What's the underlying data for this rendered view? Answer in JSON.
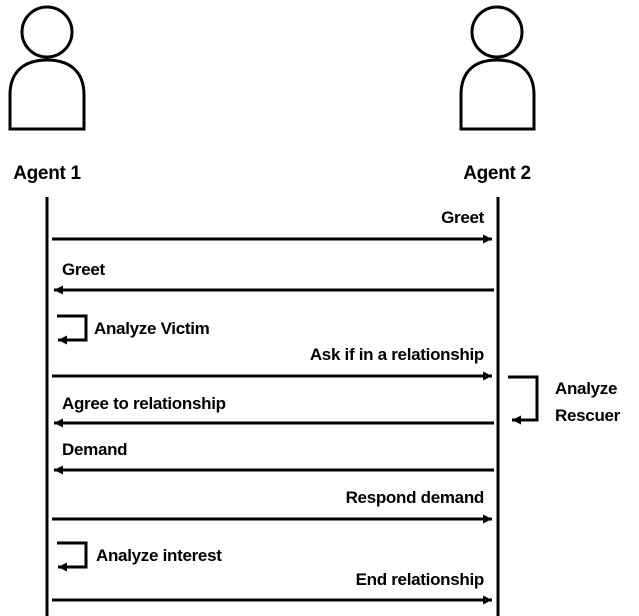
{
  "actors": [
    {
      "name": "Agent 1"
    },
    {
      "name": "Agent 2"
    }
  ],
  "messages": [
    {
      "label": "Greet",
      "from": "Agent 1",
      "to": "Agent 2"
    },
    {
      "label": "Greet",
      "from": "Agent 2",
      "to": "Agent 1"
    },
    {
      "label": "Analyze Victim",
      "self": "Agent 1"
    },
    {
      "label": "Ask if in a relationship",
      "from": "Agent 1",
      "to": "Agent 2"
    },
    {
      "label": "Agree to relationship",
      "from": "Agent 2",
      "to": "Agent 1"
    },
    {
      "label": "Demand",
      "from": "Agent 2",
      "to": "Agent 1"
    },
    {
      "label": "Respond demand",
      "from": "Agent 1",
      "to": "Agent 2"
    },
    {
      "label": "Analyze interest",
      "self": "Agent 1"
    },
    {
      "label": "End relationship",
      "from": "Agent 1",
      "to": "Agent 2"
    }
  ],
  "self_notes": [
    {
      "actor": "Agent 2",
      "lines": [
        "Analyze",
        "Rescuer"
      ]
    }
  ]
}
